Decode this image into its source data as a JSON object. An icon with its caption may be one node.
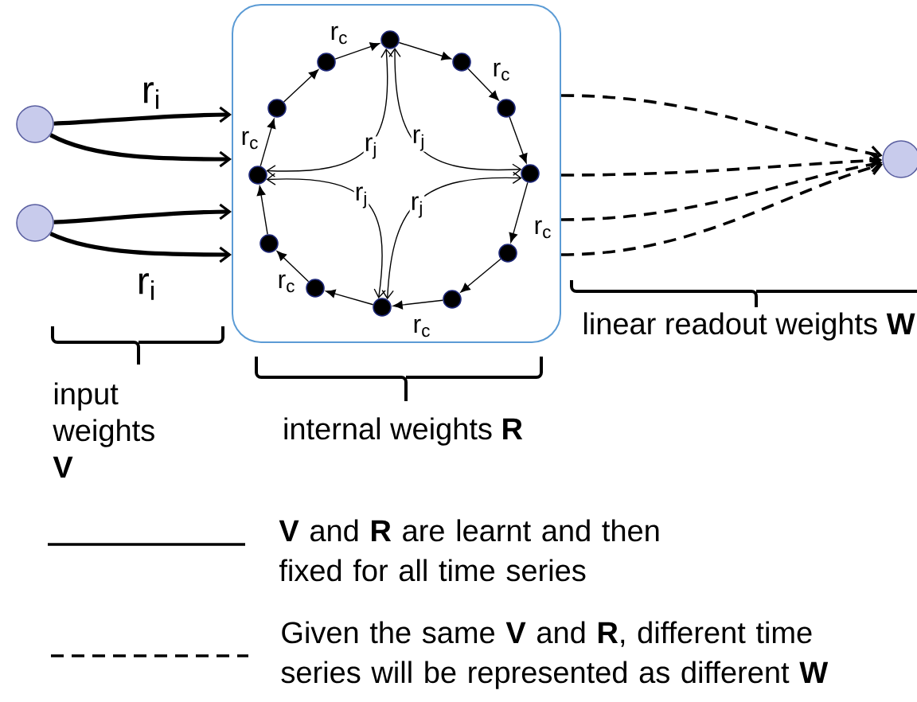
{
  "diagram": {
    "nodes": [
      {
        "text": [],
        "shape": "circle"
      },
      {
        "text": [],
        "shape": "circle"
      },
      {
        "text": [],
        "shape": "box"
      },
      {
        "text": [],
        "shape": "circle",
        "in": 2
      },
      {
        "text": [],
        "shape": "circle",
        "in": 2
      },
      {
        "text": [],
        "shape": "circle",
        "in": 2
      },
      {
        "text": [],
        "shape": "circle",
        "in": 2
      },
      {
        "text": [],
        "shape": "circle",
        "in": 2
      },
      {
        "text": [],
        "shape": "circle",
        "in": 2
      },
      {
        "text": [],
        "shape": "circle",
        "in": 2
      },
      {
        "text": [],
        "shape": "circle",
        "in": 2
      },
      {
        "text": [],
        "shape": "circle",
        "in": 2
      },
      {
        "text": [],
        "shape": "circle",
        "in": 2
      },
      {
        "text": [],
        "shape": "circle",
        "in": 2
      },
      {
        "text": [],
        "shape": "circle",
        "in": 2
      },
      {
        "text": [],
        "shape": "circle"
      }
    ],
    "edges": [
      {
        "from": 3,
        "to": 4,
        "arrow": "to"
      },
      {
        "from": 4,
        "to": 5,
        "arrow": "to",
        "label": "r$_{c}$"
      },
      {
        "from": 5,
        "to": 6,
        "arrow": "to"
      },
      {
        "from": 6,
        "to": 7,
        "arrow": "to",
        "label": "r$_{c}$"
      },
      {
        "from": 7,
        "to": 8,
        "arrow": "to"
      },
      {
        "from": 8,
        "to": 9,
        "arrow": "to",
        "label": "r$_{c}$"
      },
      {
        "from": 9,
        "to": 10,
        "arrow": "to"
      },
      {
        "from": 10,
        "to": 11,
        "arrow": "to",
        "label": "r$_{c}$"
      },
      {
        "from": 11,
        "to": 12,
        "arrow": "to"
      },
      {
        "from": 12,
        "to": 13,
        "arrow": "to",
        "label": "r$_{c}$"
      },
      {
        "from": 13,
        "to": 14,
        "arrow": "to"
      },
      {
        "from": 14,
        "to": 3,
        "arrow": "to",
        "label": "r$_{c}$"
      },
      {
        "from": 3,
        "to": 12,
        "arrow": "both",
        "label": "r$_{j}$"
      },
      {
        "from": 12,
        "to": 9,
        "arrow": "both",
        "label": "r$_{j}$"
      },
      {
        "from": 9,
        "to": 6,
        "arrow": "both",
        "label": "r$_{j}$"
      },
      {
        "from": 6,
        "to": 3,
        "arrow": "both",
        "label": "r$_{j}$"
      },
      {
        "from": 0,
        "to": 2,
        "arrow": "to",
        "style": "thick",
        "label": "r$_{i}$"
      },
      {
        "from": 0,
        "to": 2,
        "arrow": "to",
        "style": "thick"
      },
      {
        "from": 1,
        "to": 2,
        "arrow": "to",
        "style": "thick"
      },
      {
        "from": 1,
        "to": 2,
        "arrow": "to",
        "style": "thick",
        "label": "r$_{i}$"
      },
      {
        "from": 2,
        "to": 15,
        "arrow": "to",
        "style": "dashed"
      },
      {
        "from": 2,
        "to": 15,
        "arrow": "to",
        "style": "dashed"
      },
      {
        "from": 2,
        "to": 15,
        "arrow": "to",
        "style": "dashed"
      },
      {
        "from": 2,
        "to": 15,
        "arrow": "to",
        "style": "dashed"
      }
    ],
    "labels": [
      "linear readout weights **W**",
      "input weights **V**",
      "internal weights **R**"
    ],
    "legend": [
      {
        "text": "**V** and **R** are learnt and then fixed for all time series"
      },
      {
        "text": "Given the same **V** and **R**, different time series will be represented as different **W**"
      }
    ]
  }
}
